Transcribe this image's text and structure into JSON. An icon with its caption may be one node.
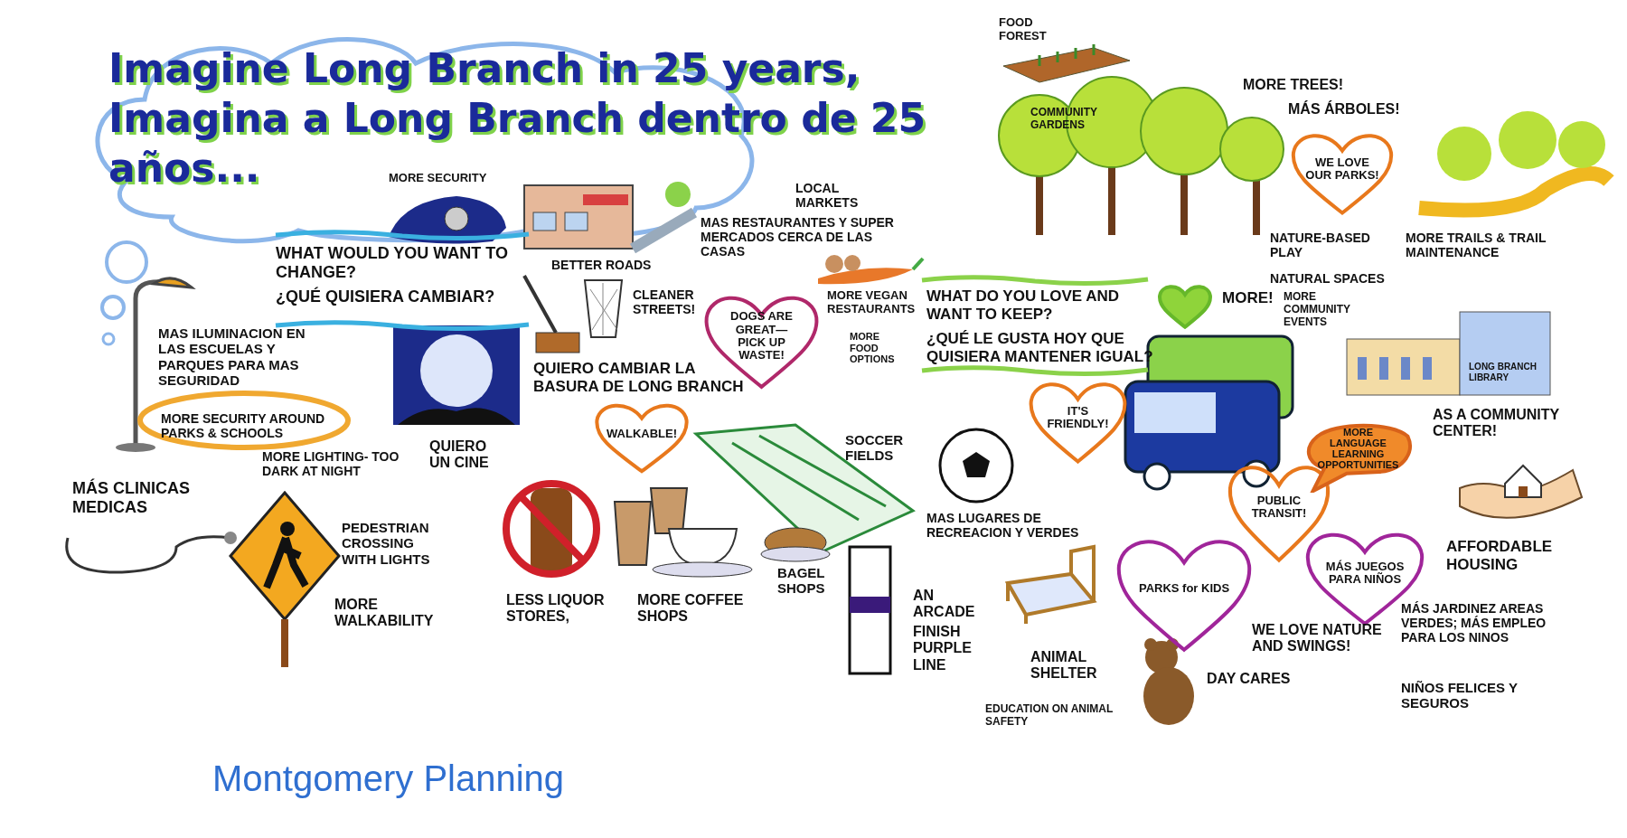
{
  "diagram": {
    "title": "Imagine Long Branch in 25 years, Imagina a Long Branch dentro de 25 años...",
    "nodes": [
      {
        "text": [
          "DOGS ARE GREAT— PICK UP WASTE!"
        ]
      },
      {
        "text": [
          "WALKABLE!"
        ]
      },
      {
        "text": [
          "WE LOVE OUR PARKS!"
        ]
      },
      {
        "text": [],
        "shape": "heart",
        "beside": [
          "MORE!"
        ]
      },
      {
        "text": [
          "IT'S FRIENDLY!"
        ]
      },
      {
        "text": [
          "PUBLIC TRANSIT!"
        ]
      },
      {
        "text": [
          "MORE LANGUAGE LEARNING OPPORTUNITIES"
        ]
      },
      {
        "text": [
          "PARKS for KIDS"
        ]
      },
      {
        "text": [
          "MÁS JUEGOS PARA NIÑOS"
        ]
      }
    ],
    "labels": [
      "MORE SECURITY",
      "BETTER ROADS",
      "LOCAL MARKETS",
      "MAS RESTAURANTES Y SUPER MERCADOS CERCA DE LAS CASAS",
      "WHAT WOULD YOU WANT TO CHANGE?",
      "¿QUÉ QUISIERA CAMBIAR?",
      "CLEANER STREETS!",
      "MORE VEGAN RESTAURANTS",
      "MORE FOOD OPTIONS",
      "MAS ILUMINACION EN LAS ESCUELAS Y PARQUES PARA MAS SEGURIDAD",
      "MORE SECURITY AROUND PARKS & SCHOOLS",
      "QUIERO CAMBIAR LA BASURA DE LONG BRANCH",
      "MORE LIGHTING- TOO DARK AT NIGHT",
      "QUIERO UN CINE",
      "MÁS CLINICAS MEDICAS",
      "PEDESTRIAN CROSSING WITH LIGHTS",
      "MORE WALKABILITY",
      "LESS LIQUOR STORES,",
      "MORE COFFEE SHOPS",
      "BAGEL SHOPS",
      "SOCCER FIELDS",
      "MAS LUGARES DE RECREACION Y VERDES",
      "AN ARCADE",
      "FINISH PURPLE LINE",
      "FOOD FOREST",
      "COMMUNITY GARDENS",
      "MORE TREES!",
      "MÁS ÁRBOLES!",
      "NATURE-BASED PLAY",
      "NATURAL SPACES",
      "MORE TRAILS & TRAIL MAINTENANCE",
      "WHAT DO YOU LOVE AND WANT TO KEEP?",
      "¿QUÉ LE GUSTA HOY QUE QUISIERA MANTENER IGUAL?",
      "MORE COMMUNITY EVENTS",
      "LONG BRANCH LIBRARY",
      "AS A COMMUNITY CENTER!",
      "AFFORDABLE HOUSING",
      "ANIMAL SHELTER",
      "EDUCATION ON ANIMAL SAFETY",
      "DAY CARES",
      "WE LOVE NATURE AND SWINGS!",
      "MÁS JARDINEZ AREAS VERDES; MÁS EMPLEO PARA LOS NINOS",
      "NIÑOS FELICES Y SEGUROS",
      "Montgomery Planning"
    ]
  }
}
